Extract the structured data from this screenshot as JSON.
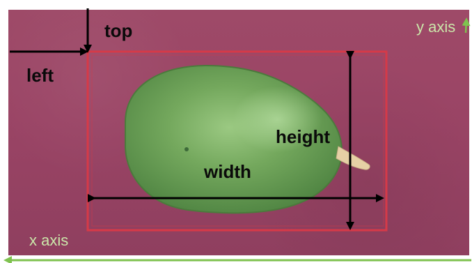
{
  "labels": {
    "top": "top",
    "left": "left",
    "width": "width",
    "height": "height",
    "y_axis": "y axis",
    "x_axis": "x axis"
  },
  "colors": {
    "background": "#9a4465",
    "box": "#d63a48",
    "fruit": "#6c9f55",
    "arrow": "#000000",
    "axis": "#7fc24f",
    "axis_text": "#cbe7aa"
  }
}
